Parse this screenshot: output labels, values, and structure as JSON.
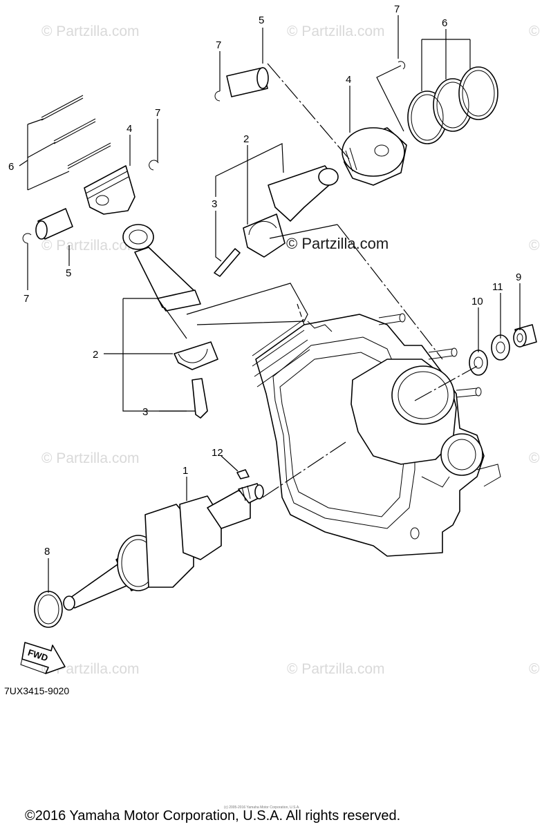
{
  "watermark_text": "© Partzilla.com",
  "diagram_code": "7UX3415-9020",
  "copyright": "©2016 Yamaha Motor Corporation, U.S.A. All rights reserved.",
  "copyright_small": "(c) 2005-2016 Yamaha Motor Corporation, U.S.A.",
  "fwd_label": "FWD",
  "callouts": {
    "c5_top": "5",
    "c7_top_left": "7",
    "c7_top_right": "7",
    "c6_top": "6",
    "c4_top": "4",
    "c2_top": "2",
    "c3_top": "3",
    "c6_left": "6",
    "c4_left": "4",
    "c7_left_upper": "7",
    "c5_left": "5",
    "c7_left_lower": "7",
    "c9": "9",
    "c11": "11",
    "c10": "10",
    "c2_lower": "2",
    "c3_lower": "3",
    "c12": "12",
    "c1": "1",
    "c8": "8"
  }
}
